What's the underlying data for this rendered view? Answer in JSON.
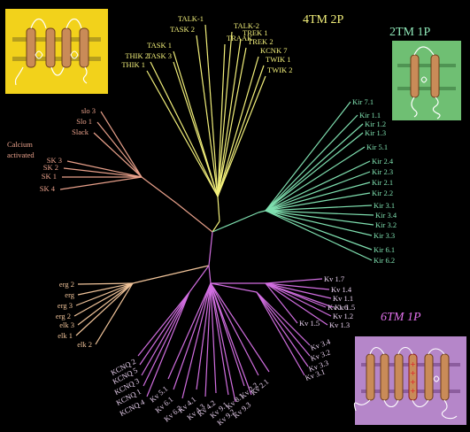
{
  "colors": {
    "background": "#000000",
    "k2p": "#f2ef7a",
    "kir": "#7fe0b0",
    "kca": "#e8a08a",
    "erg": "#f1c49a",
    "kv": "#d16ee0",
    "channel_brown": "#c98b58",
    "panel_yellow": "#f2d21b",
    "panel_green": "#6fbf73",
    "panel_violet": "#b586c9"
  },
  "titles": {
    "four_tm_2p": "4TM 2P",
    "two_tm_1p": "2TM 1P",
    "six_tm_1p": "6TM 1P",
    "calcium_line1": "Calcium",
    "calcium_line2": "activated"
  },
  "k2p_labels": [
    "TALK-1",
    "TALK-2",
    "TASK 2",
    "TREK 1",
    "TASK 1",
    "TRAAK",
    "TREK 2",
    "TASK 3",
    "KCNK 7",
    "THIK 2",
    "TWIK 1",
    "THIK 1",
    "TWIK 2"
  ],
  "kir_labels": [
    "Kir 7.1",
    "Kir 1.1",
    "Kir 1.2",
    "Kir 1.3",
    "Kir 5.1",
    "Kir 2.4",
    "Kir 2.3",
    "Kir 2.1",
    "Kir 2.2",
    "Kir 3.1",
    "Kir 3.4",
    "Kir 3.2",
    "Kir 3.3",
    "Kir 6.1",
    "Kir 6.2"
  ],
  "kca_labels": [
    "slo 3",
    "Slo 1",
    "Slack",
    "SK 3",
    "SK 2",
    "SK 1",
    "SK 4"
  ],
  "erg_labels": [
    "erg 2",
    "erg",
    "erg 3",
    "erg 2",
    "elk 3",
    "elk 1",
    "elk 2"
  ],
  "kcnq_labels": [
    "KCNQ 2",
    "KCNQ 5",
    "KCNQ 3",
    "KCNQ 1",
    "KCNQ 4"
  ],
  "kv_bottom_labels": [
    "Kv 5.1",
    "Kv 6.1",
    "Kv 6.2",
    "Kv 4.1",
    "Kv 4.3",
    "Kv 4.2",
    "Kv 9.1",
    "Kv 9.2",
    "Kv 8.1",
    "Kv 9.3",
    "Kv 2.2",
    "Kv 2.1"
  ],
  "kv3_labels": [
    "Kv 3.4",
    "Kv 3.2",
    "Kv 3.3",
    "Kv 3.1"
  ],
  "kv1_labels": [
    "Kv 1.7",
    "Kv 1.4",
    "Kv 1.1",
    "Kv 1.5",
    "Kv 1.2",
    "Kv 1.3",
    "Kv 1.6",
    "Kv 1.5"
  ]
}
